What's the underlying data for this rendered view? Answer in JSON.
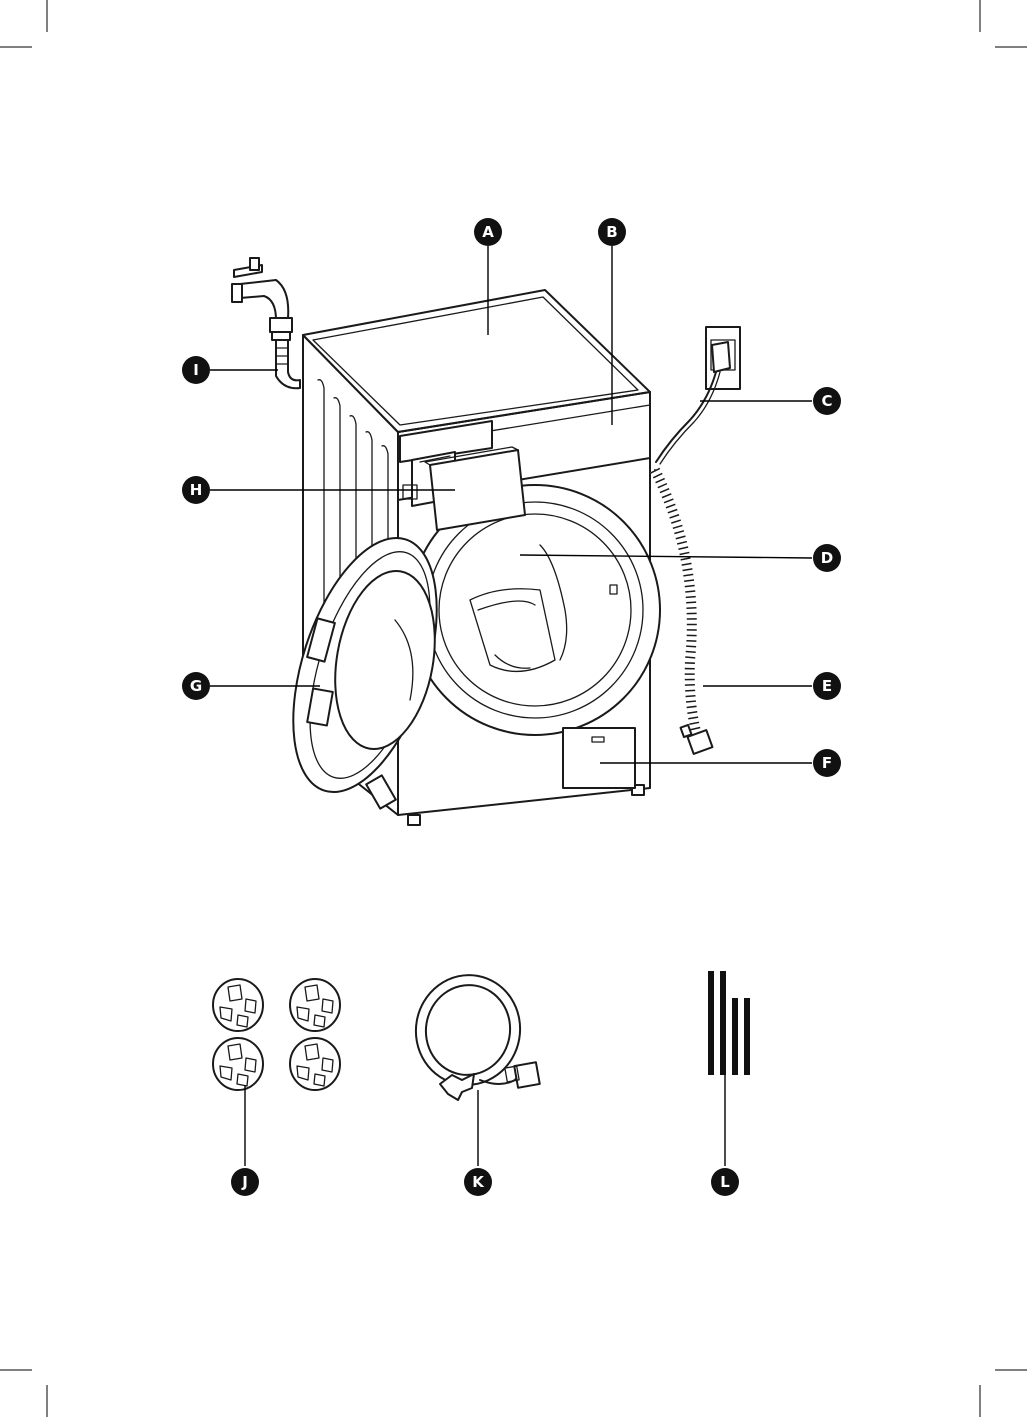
{
  "colors": {
    "ink": "#1a1a1a",
    "badge_fill": "#111111",
    "badge_text": "#ffffff",
    "background": "#ffffff"
  },
  "callouts": {
    "A": "A",
    "B": "B",
    "C": "C",
    "D": "D",
    "E": "E",
    "F": "F",
    "G": "G",
    "H": "H",
    "I": "I",
    "J": "J",
    "K": "K",
    "L": "L"
  }
}
